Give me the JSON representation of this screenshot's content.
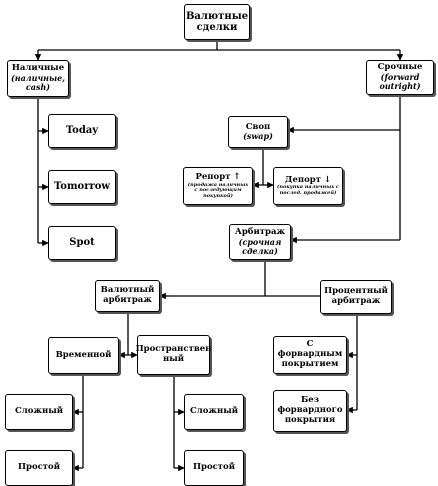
{
  "nodes": {
    "root": {
      "title": "Валютные сделки"
    },
    "cash": {
      "title": "Наличные",
      "sub": "(наличные, cash)"
    },
    "forward": {
      "title": "Срочные",
      "sub": "(forward outright)"
    },
    "today": {
      "title": "Today"
    },
    "tomorrow": {
      "title": "Tomorrow"
    },
    "spot": {
      "title": "Spot"
    },
    "swap": {
      "title": "Своп",
      "sub": "(swap)"
    },
    "report": {
      "title": "Репорт ↑",
      "sub": "(продажа наличных с последующим покупкой)"
    },
    "deport": {
      "title": "Депорт ↓",
      "sub": "(покупка наличных с послед. продажей)"
    },
    "arbitrage": {
      "title": "Арбитраж",
      "sub": "(срочная сделка)"
    },
    "currency_arb": {
      "title": "Валютный арбитраж"
    },
    "interest_arb": {
      "title": "Процентный арбитраж"
    },
    "temporal": {
      "title": "Временной"
    },
    "spatial": {
      "title": "Пространствен ный"
    },
    "complex1": {
      "title": "Сложный"
    },
    "simple1": {
      "title": "Простой"
    },
    "complex2": {
      "title": "Сложный"
    },
    "simple2": {
      "title": "Простой"
    },
    "with_cover": {
      "title": "С форвардным покрытием"
    },
    "without_cover": {
      "title": "Без форвардного покрытия"
    }
  }
}
